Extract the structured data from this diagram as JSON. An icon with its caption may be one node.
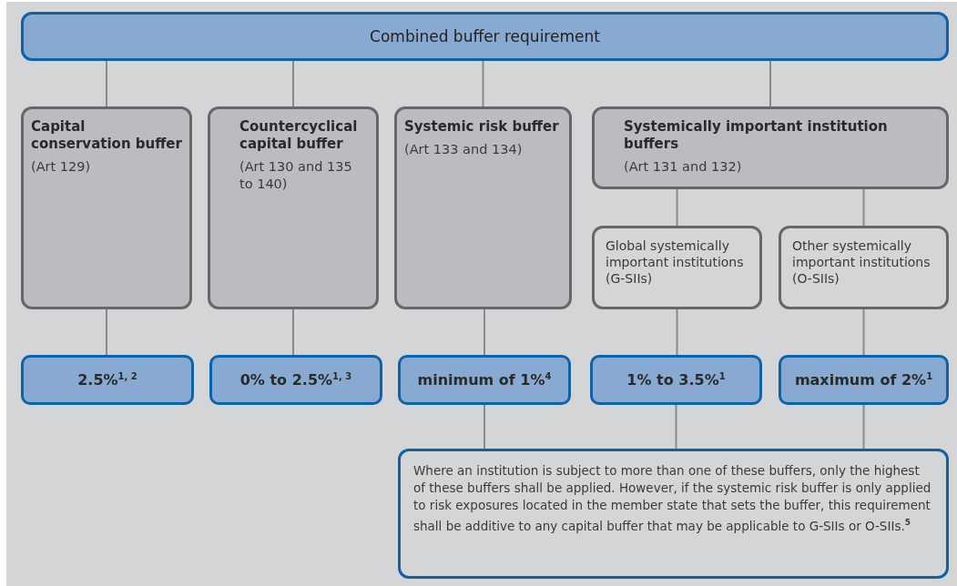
{
  "diagram": {
    "nodes": [
      {
        "text": [
          "Combined buffer requirement"
        ]
      },
      {
        "text": [
          "Capital conservation buffer",
          "(Art 129)"
        ]
      },
      {
        "text": [
          "Countercyclical capital buffer",
          "(Art 130 and 135 to 140)"
        ]
      },
      {
        "text": [
          "Systemic risk buffer",
          "(Art 133 and 134)"
        ]
      },
      {
        "text": [
          "Systemically important institution buffers",
          "(Art 131 and 132)"
        ]
      },
      {
        "text": [
          "Global systemically important institutions (G-SIIs)"
        ]
      },
      {
        "text": [
          "Other systemically important institutions (O-SIIs)"
        ]
      },
      {
        "text": [
          "2.5%$^{1, 2}$"
        ]
      },
      {
        "text": [
          "0% to 2.5%$^{1, 3}$"
        ]
      },
      {
        "text": [
          "minimum of 1%$^{4}$"
        ]
      },
      {
        "text": [
          "1% to 3.5%$^{1}$"
        ]
      },
      {
        "text": [
          "maximum of 2%$^{1}$"
        ]
      },
      {
        "text": [
          "Where an institution is subject to more than one of these buffers, only the highest of these buffers shall be applied. However, if the systemic risk buffer is only applied to risk exposures located in the member state that sets the buffer, this requirement shall be additive to any capital buffer that may be applicable to G-SIIs or O-SIIs.$^{5}$"
        ]
      }
    ],
    "edges": [
      {
        "from": 0,
        "to": 1,
        "arrow": "none"
      },
      {
        "from": 0,
        "to": 2,
        "arrow": "none"
      },
      {
        "from": 0,
        "to": 3,
        "arrow": "none"
      },
      {
        "from": 0,
        "to": 4,
        "arrow": "none"
      },
      {
        "from": 4,
        "to": 5,
        "arrow": "none"
      },
      {
        "from": 4,
        "to": 6,
        "arrow": "none"
      },
      {
        "from": 1,
        "to": 7,
        "arrow": "none"
      },
      {
        "from": 2,
        "to": 8,
        "arrow": "none"
      },
      {
        "from": 3,
        "to": 9,
        "arrow": "none"
      },
      {
        "from": 5,
        "to": 10,
        "arrow": "none"
      },
      {
        "from": 6,
        "to": 11,
        "arrow": "none"
      },
      {
        "from": 9,
        "to": 12,
        "arrow": "none"
      },
      {
        "from": 10,
        "to": 12,
        "arrow": "none"
      },
      {
        "from": 11,
        "to": 12,
        "arrow": "none"
      }
    ]
  }
}
